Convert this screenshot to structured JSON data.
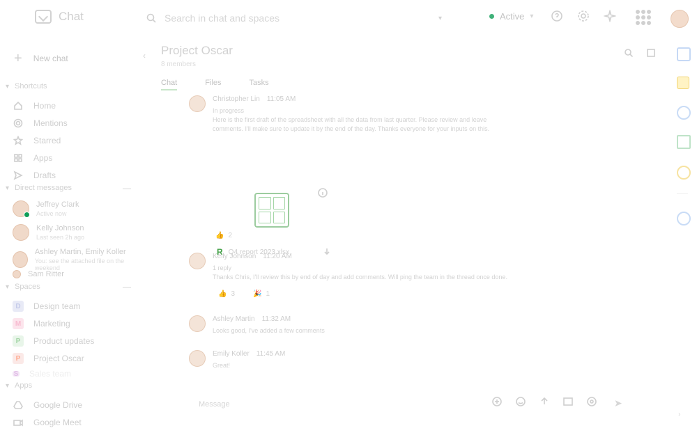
{
  "app": {
    "name": "Chat",
    "accent": "#0f9d58"
  },
  "topbar": {
    "search_text": "Search in chat and spaces",
    "status_label": "Active",
    "icons": [
      "help-icon",
      "settings-icon",
      "sparkle-icon",
      "apps-grid-icon"
    ]
  },
  "sidebar": {
    "new_chat_label": "New chat",
    "shortcuts_header": "Shortcuts",
    "shortcuts": [
      {
        "label": "Home",
        "icon": "home-icon"
      },
      {
        "label": "Mentions",
        "icon": "at-icon"
      },
      {
        "label": "Starred",
        "icon": "star-icon"
      },
      {
        "label": "Apps",
        "icon": "apps-icon"
      },
      {
        "label": "Drafts",
        "icon": "send-icon"
      }
    ],
    "dm_header": "Direct messages",
    "dms": [
      {
        "name": "Jeffrey Clark",
        "sub": "Active now",
        "online": true
      },
      {
        "name": "Kelly Johnson",
        "sub": "Last seen 2h ago",
        "online": false
      },
      {
        "name": "Ashley Martin, Emily Koller",
        "sub": "You: see the attached file on the weekend",
        "online": false
      },
      {
        "name": "Sam Ritter",
        "sub": "",
        "online": false
      }
    ],
    "spaces_header": "Spaces",
    "spaces": [
      {
        "label": "Design team",
        "letter": "D",
        "color": "#e8eaf6"
      },
      {
        "label": "Marketing",
        "letter": "M",
        "color": "#fce4ec"
      },
      {
        "label": "Product updates",
        "letter": "P",
        "color": "#e8f5e9"
      },
      {
        "label": "Project Oscar",
        "letter": "P",
        "color": "#fbe9e7"
      },
      {
        "label": "Sales team",
        "letter": "S",
        "color": "#f3e5f5"
      }
    ],
    "apps_header": "Apps",
    "apps": [
      {
        "label": "Google Drive",
        "icon": "drive-icon"
      },
      {
        "label": "Google Meet",
        "icon": "video-icon"
      }
    ]
  },
  "main": {
    "title": "Project Oscar",
    "subtitle": "8 members",
    "tabs": [
      "Chat",
      "Files",
      "Tasks"
    ],
    "messages": [
      {
        "author": "Christopher Lin",
        "time": "11:05 AM",
        "thread": "In progress",
        "lines": [
          "Here is the first draft of the spreadsheet with all the data from last quarter. Please review and leave",
          "comments. I'll make sure to update it by the end of the day. Thanks everyone for your inputs on this."
        ],
        "file_name": "Q4 report 2023.xlsx",
        "reactions": [
          {
            "emoji": "👍",
            "count": "2"
          }
        ]
      },
      {
        "author": "Kelly Johnson",
        "time": "11:20 AM",
        "thread": "1 reply",
        "lines": [
          "Thanks Chris, I'll review this by end of day and add comments. Will ping the team in the thread once done."
        ],
        "reactions": [
          {
            "emoji": "👍",
            "count": "3"
          },
          {
            "emoji": "🎉",
            "count": "1"
          }
        ]
      },
      {
        "author": "Ashley Martin",
        "time": "11:32 AM",
        "thread": "",
        "lines": [
          "Looks good, I've added a few comments"
        ]
      },
      {
        "author": "Emily Koller",
        "time": "11:45 AM",
        "thread": "",
        "lines": [
          "Great!"
        ]
      }
    ]
  },
  "composer": {
    "placeholder": "Message"
  },
  "rail": {
    "icons": [
      "calendar-icon",
      "keep-icon",
      "tasks-icon",
      "contacts-icon",
      "maps-icon"
    ]
  }
}
